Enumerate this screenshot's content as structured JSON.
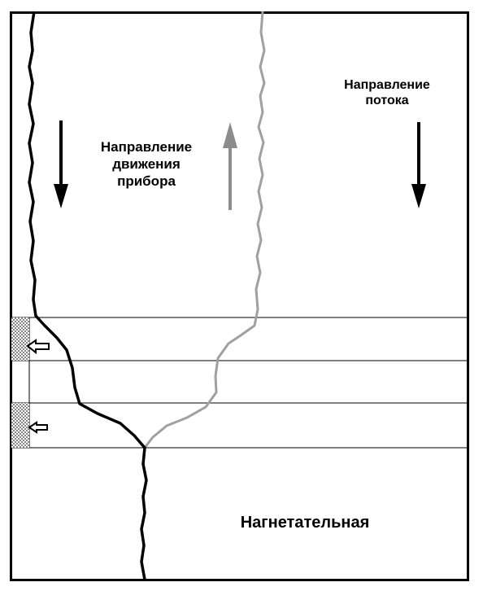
{
  "labels": {
    "device_direction": "Направление\nдвижения\nприбора",
    "flow_direction": "Направление\nпотока",
    "well_type": "Нагнетательная"
  },
  "icons": {
    "device_down_arrow": "arrow-down-icon",
    "device_up_arrow": "arrow-up-icon",
    "flow_down_arrow": "arrow-down-icon",
    "zone_outflow_arrows": "arrow-left-outline-icon"
  },
  "colors": {
    "background": "#ffffff",
    "down_log": "#000000",
    "up_log": "#a0a0a0",
    "zone_hatch": "#888888",
    "lines": "#000000"
  },
  "diagram": {
    "perforated_intervals": 2,
    "curves": [
      "down-pass-log",
      "up-pass-log"
    ]
  }
}
